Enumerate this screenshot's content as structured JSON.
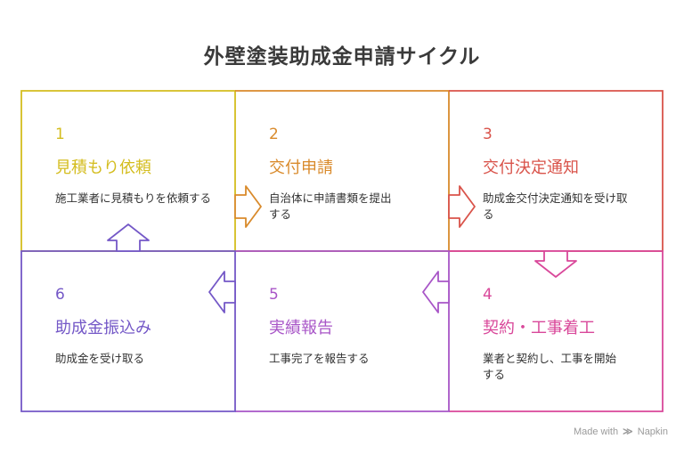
{
  "title": "外壁塗装助成金申請サイクル",
  "colors": {
    "step1": "#d4bd1f",
    "step2": "#d98a2b",
    "step3": "#d9534a",
    "step4": "#d9489a",
    "step5": "#a855c7",
    "step6": "#7458c7",
    "text": "#333333"
  },
  "steps": [
    {
      "number": "1",
      "title": "見積もり依頼",
      "description": "施工業者に見積もりを依頼する"
    },
    {
      "number": "2",
      "title": "交付申請",
      "description": "自治体に申請書類を提出する"
    },
    {
      "number": "3",
      "title": "交付決定通知",
      "description": "助成金交付決定通知を受け取る"
    },
    {
      "number": "4",
      "title": "契約・工事着工",
      "description": "業者と契約し、工事を開始する"
    },
    {
      "number": "5",
      "title": "実績報告",
      "description": "工事完了を報告する"
    },
    {
      "number": "6",
      "title": "助成金振込み",
      "description": "助成金を受け取る"
    }
  ],
  "footer": {
    "prefix": "Made with",
    "brand": "Napkin"
  }
}
